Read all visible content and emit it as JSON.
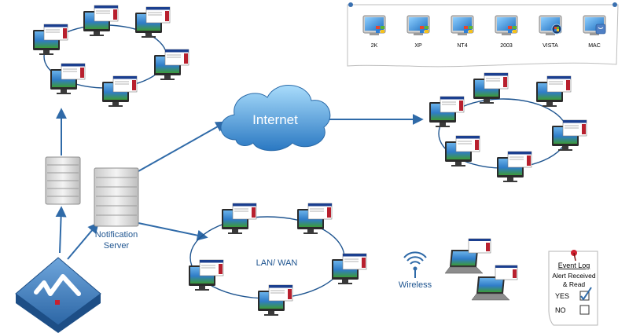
{
  "labels": {
    "internet": "Internet",
    "notification_server_line1": "Notification",
    "notification_server_line2": "Server",
    "lan_wan": "LAN/ WAN",
    "wireless": "Wireless"
  },
  "os_panel": {
    "items": [
      {
        "label": "2K",
        "badge": "windows"
      },
      {
        "label": "XP",
        "badge": "windows"
      },
      {
        "label": "NT4",
        "badge": "windows"
      },
      {
        "label": "2003",
        "badge": "windows"
      },
      {
        "label": "VISTA",
        "badge": "vista"
      },
      {
        "label": "MAC",
        "badge": "mac"
      }
    ]
  },
  "event_log": {
    "title": "Event Log",
    "subtitle_line1": "Alert Received",
    "subtitle_line2": "& Read",
    "yes_label": "YES",
    "no_label": "NO",
    "yes_checked": true,
    "no_checked": false
  },
  "colors": {
    "arrow": "#2f6aa8",
    "ring": "#1f5590",
    "cloud_top": "#9fd3f5",
    "cloud_bottom": "#2d7fc8",
    "key_body": "#2b67a6",
    "alert_header": "#1b3f8f",
    "alert_accent": "#b8202e"
  }
}
